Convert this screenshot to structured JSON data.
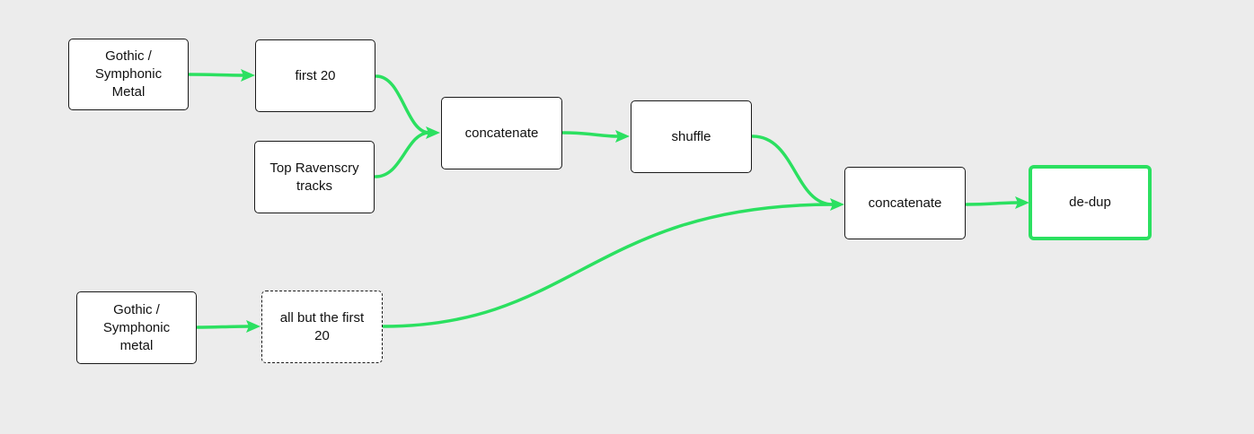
{
  "colors": {
    "background": "#ececec",
    "edge": "#2be060",
    "node_fill": "#ffffff",
    "node_border": "#1a1a1a",
    "selected_border": "#2be060"
  },
  "nodes": {
    "gothic_symphonic_metal_1": {
      "label": "Gothic /\nSymphonic\nMetal"
    },
    "first_20": {
      "label": "first 20"
    },
    "top_ravenscry": {
      "label": "Top Ravenscry\ntracks"
    },
    "concatenate_1": {
      "label": "concatenate"
    },
    "shuffle": {
      "label": "shuffle"
    },
    "concatenate_2": {
      "label": "concatenate"
    },
    "de_dup": {
      "label": "de-dup"
    },
    "gothic_symphonic_metal_2": {
      "label": "Gothic /\nSymphonic\nmetal"
    },
    "all_but_first_20": {
      "label": "all but the first\n20"
    }
  }
}
